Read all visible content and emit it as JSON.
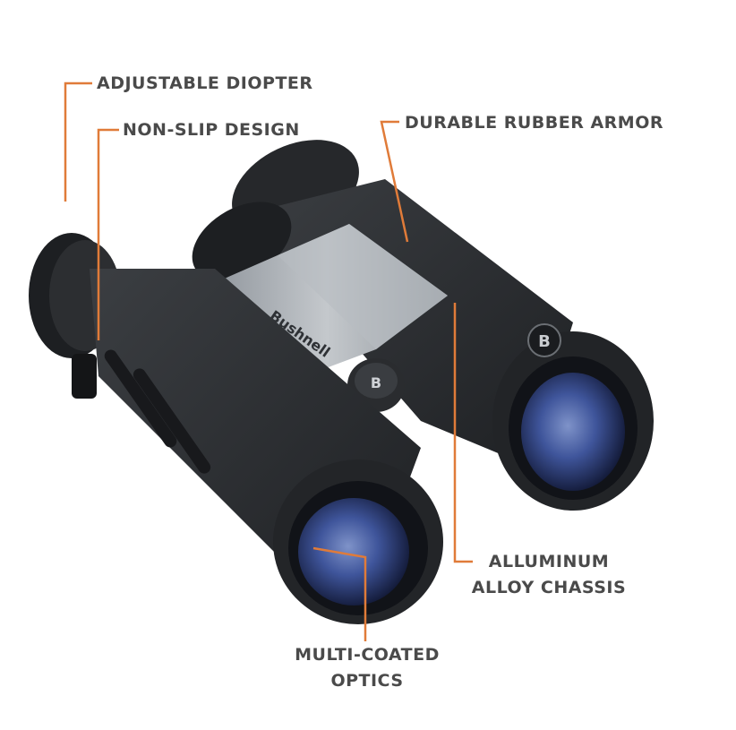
{
  "callouts": {
    "diopter": "ADJUSTABLE DIOPTER",
    "nonslip": "NON-SLIP DESIGN",
    "armor": "DURABLE RUBBER ARMOR",
    "chassis_line1": "ALLUMINUM",
    "chassis_line2": "ALLOY CHASSIS",
    "optics_line1": "MULTI-COATED",
    "optics_line2": "OPTICS"
  },
  "brand": {
    "wordmark": "Bushnell",
    "badge": "B"
  },
  "colors": {
    "leader": "#e07b39",
    "text": "#4a4a4a",
    "body": "#2b2d30",
    "bridge": "#a7acb2",
    "lens": "#4a63a8"
  }
}
